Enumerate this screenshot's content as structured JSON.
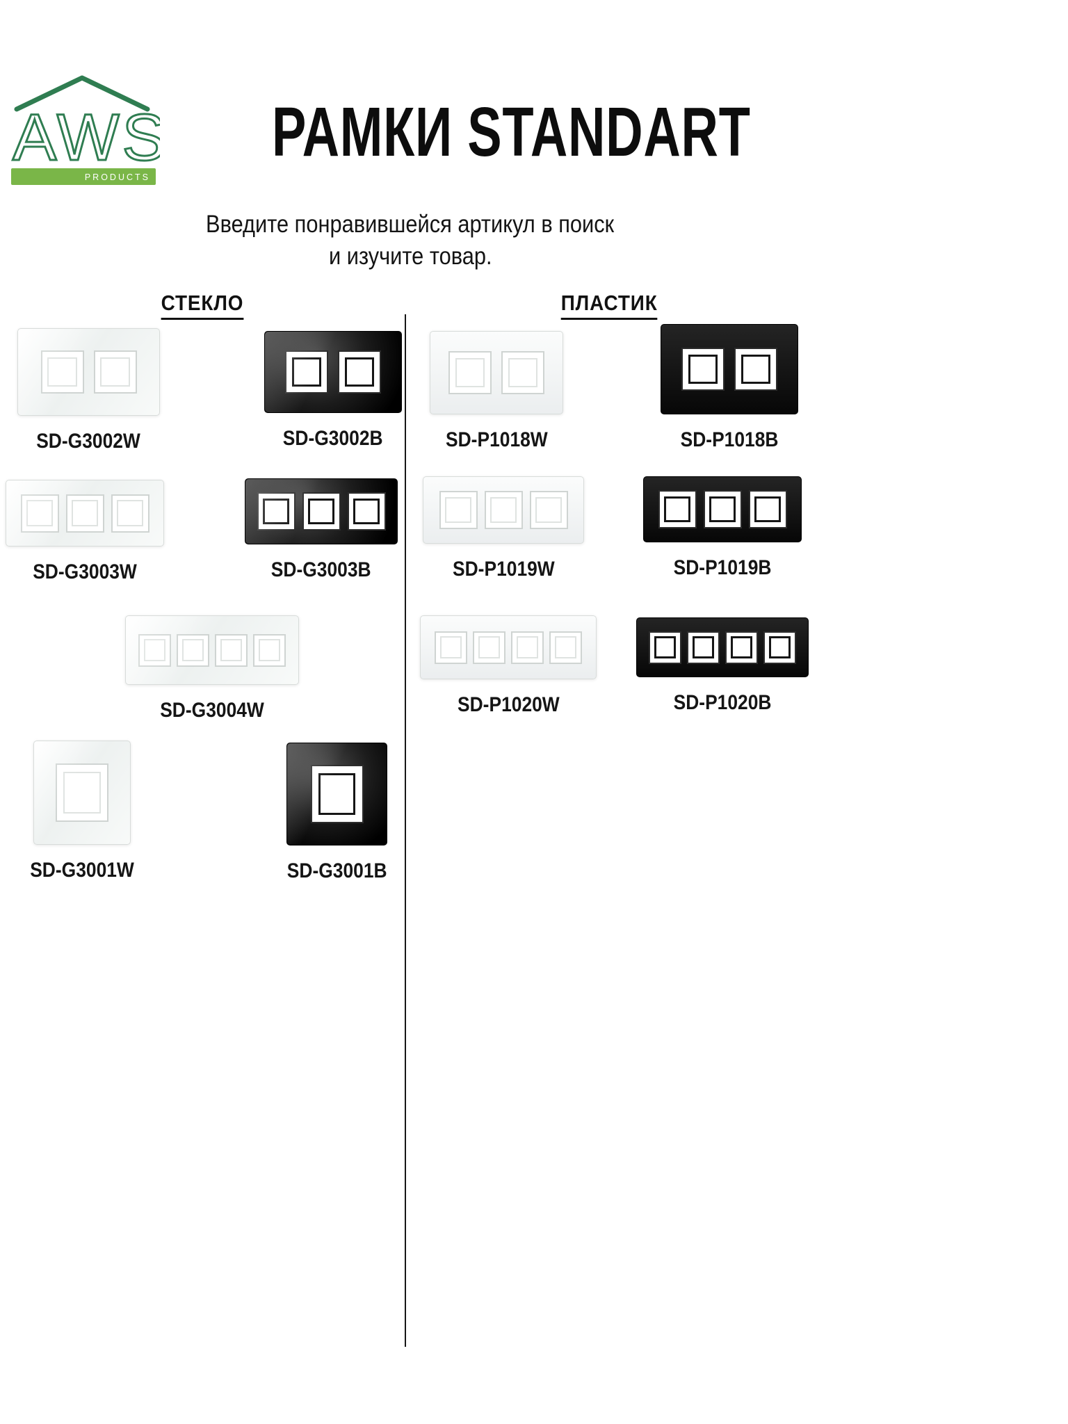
{
  "logo": {
    "brand": "AWS",
    "sub": "PRODUCTS"
  },
  "header": {
    "title": "РАМКИ STANDART",
    "subtitle_line1": "Введите понравившейся артикул в поиск",
    "subtitle_line2": "и изучите товар."
  },
  "colors": {
    "brand_green": "#2f7d51",
    "bar_green": "#7ab648",
    "text_black": "#111111"
  },
  "sections": [
    {
      "heading": "СТЕКЛО",
      "products": [
        {
          "sku": "SD-G3002W",
          "gangs": 2,
          "color": "white",
          "material": "glass"
        },
        {
          "sku": "SD-G3002B",
          "gangs": 2,
          "color": "black",
          "material": "glass"
        },
        {
          "sku": "SD-G3003W",
          "gangs": 3,
          "color": "white",
          "material": "glass"
        },
        {
          "sku": "SD-G3003B",
          "gangs": 3,
          "color": "black",
          "material": "glass"
        },
        {
          "sku": "SD-G3004W",
          "gangs": 4,
          "color": "white",
          "material": "glass"
        },
        {
          "sku": "SD-G3001W",
          "gangs": 1,
          "color": "white",
          "material": "glass"
        },
        {
          "sku": "SD-G3001B",
          "gangs": 1,
          "color": "black",
          "material": "glass"
        }
      ]
    },
    {
      "heading": "ПЛАСТИК",
      "products": [
        {
          "sku": "SD-P1018W",
          "gangs": 2,
          "color": "white",
          "material": "plastic"
        },
        {
          "sku": "SD-P1018B",
          "gangs": 2,
          "color": "black",
          "material": "plastic"
        },
        {
          "sku": "SD-P1019W",
          "gangs": 3,
          "color": "white",
          "material": "plastic"
        },
        {
          "sku": "SD-P1019B",
          "gangs": 3,
          "color": "black",
          "material": "plastic"
        },
        {
          "sku": "SD-P1020W",
          "gangs": 4,
          "color": "white",
          "material": "plastic"
        },
        {
          "sku": "SD-P1020B",
          "gangs": 4,
          "color": "black",
          "material": "plastic"
        }
      ]
    }
  ]
}
